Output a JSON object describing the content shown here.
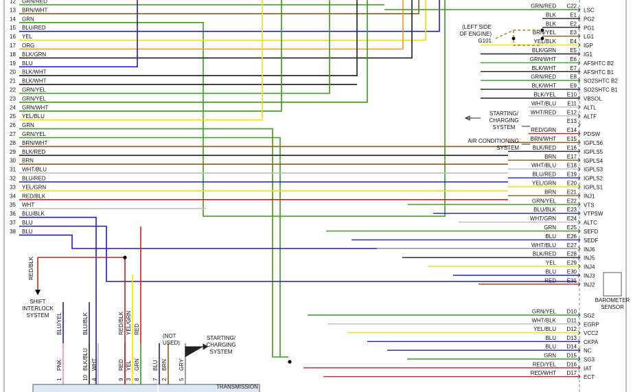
{
  "colors": {
    "GRN": "#3a9a1a",
    "BLU": "#1b1bc8",
    "RED": "#d81818",
    "YEL": "#f2e200",
    "ORG": "#f0941e",
    "BRN": "#8a5a12",
    "WHT": "#bdbdbd",
    "BLK": "#1a1a1a",
    "PNK": "#f08aa8",
    "GRY": "#888888",
    "frame": "#7a7a7a",
    "ecm_dash": "#6f8fb0"
  },
  "left_wires": [
    {
      "num": "12",
      "label": "GRN/RED"
    },
    {
      "num": "13",
      "label": "BRN/WHT"
    },
    {
      "num": "14",
      "label": "GRN"
    },
    {
      "num": "15",
      "label": "BLU/RED"
    },
    {
      "num": "16",
      "label": "YEL"
    },
    {
      "num": "17",
      "label": "ORG"
    },
    {
      "num": "18",
      "label": "BLK/GRN"
    },
    {
      "num": "19",
      "label": "BLU"
    },
    {
      "num": "20",
      "label": "BLK/WHT"
    },
    {
      "num": "21",
      "label": "BLK/WHT"
    },
    {
      "num": "22",
      "label": "GRN/YEL"
    },
    {
      "num": "23",
      "label": "GRN/YEL"
    },
    {
      "num": "24",
      "label": "GRN/WHT"
    },
    {
      "num": "25",
      "label": "YEL/BLU"
    },
    {
      "num": "26",
      "label": "GRN"
    },
    {
      "num": "27",
      "label": "GRN/YEL"
    },
    {
      "num": "28",
      "label": "BRN/WHT"
    },
    {
      "num": "29",
      "label": "BLK/RED"
    },
    {
      "num": "30",
      "label": "BRN"
    },
    {
      "num": "31",
      "label": "WHT/BLU"
    },
    {
      "num": "32",
      "label": "BLU/RED"
    },
    {
      "num": "33",
      "label": "YEL/GRN"
    },
    {
      "num": "34",
      "label": "RED/BLK"
    },
    {
      "num": "35",
      "label": "WHT"
    },
    {
      "num": "36",
      "label": "BLU/BLK"
    },
    {
      "num": "37",
      "label": "BLU"
    }
  ],
  "right_pins": [
    {
      "wire": "GRN/RED",
      "pin": "C22",
      "signal": "LSC"
    },
    {
      "wire": "BLK",
      "pin": "E1",
      "signal": "PG2"
    },
    {
      "wire": "BLK",
      "pin": "E2",
      "signal": "PG1"
    },
    {
      "wire": "BRN/YEL",
      "pin": "E3",
      "signal": "LG1"
    },
    {
      "wire": "YEL/BLK",
      "pin": "E4",
      "signal": "IGP"
    },
    {
      "wire": "BLK/GRN",
      "pin": "E5",
      "signal": "IG1"
    },
    {
      "wire": "GRN/WHT",
      "pin": "E6",
      "signal": "AFSHTC B2"
    },
    {
      "wire": "BLK/WHT",
      "pin": "E7",
      "signal": "AFSHTC B1"
    },
    {
      "wire": "GRN/RED",
      "pin": "E8",
      "signal": "SO2SHTC B2"
    },
    {
      "wire": "BLK/WHT",
      "pin": "E9",
      "signal": "SO2SHTC B1"
    },
    {
      "wire": "BLK/YEL",
      "pin": "E10",
      "signal": "VBSOL"
    },
    {
      "wire": "WHT/BLU",
      "pin": "E11",
      "signal": "ALTL"
    },
    {
      "wire": "WHT/RED",
      "pin": "E12",
      "signal": "ALTF"
    },
    {
      "wire": "",
      "pin": "E13",
      "signal": ""
    },
    {
      "wire": "RED/GRN",
      "pin": "E14",
      "signal": "PDSW"
    },
    {
      "wire": "BRN/WHT",
      "pin": "E15",
      "signal": "IGPLS6"
    },
    {
      "wire": "BLK/RED",
      "pin": "E16",
      "signal": "IGPLS5"
    },
    {
      "wire": "BRN",
      "pin": "E17",
      "signal": "IGPLS4"
    },
    {
      "wire": "WHT/BLU",
      "pin": "E18",
      "signal": "IGPLS3"
    },
    {
      "wire": "BLU/RED",
      "pin": "E19",
      "signal": "IGPLS2"
    },
    {
      "wire": "YEL/GRN",
      "pin": "E20",
      "signal": "IGPLS1"
    },
    {
      "wire": "BRN",
      "pin": "E21",
      "signal": "INJ1"
    },
    {
      "wire": "GRN/YEL",
      "pin": "E22",
      "signal": "VTS"
    },
    {
      "wire": "BLU/BLK",
      "pin": "E23",
      "signal": "VTPSW"
    },
    {
      "wire": "WHT/GRN",
      "pin": "E24",
      "signal": "ALTC"
    },
    {
      "wire": "GRN",
      "pin": "E25",
      "signal": "SEFD"
    },
    {
      "wire": "BLU",
      "pin": "E26",
      "signal": "SEDF"
    },
    {
      "wire": "WHT/BLU",
      "pin": "E27",
      "signal": "INJ6"
    },
    {
      "wire": "BLK/RED",
      "pin": "E28",
      "signal": "INJ5"
    },
    {
      "wire": "YEL",
      "pin": "E29",
      "signal": "INJ4"
    },
    {
      "wire": "BLU",
      "pin": "E30",
      "signal": "INJ3"
    },
    {
      "wire": "RED",
      "pin": "E31",
      "signal": "INJ2"
    },
    {
      "wire": "GRN/YEL",
      "pin": "D10",
      "signal": "SG2"
    },
    {
      "wire": "WHT/BLK",
      "pin": "D11",
      "signal": "EGRP"
    },
    {
      "wire": "YEL/BLU",
      "pin": "D12",
      "signal": "VCC2"
    },
    {
      "wire": "BLU",
      "pin": "D13",
      "signal": "CKPA"
    },
    {
      "wire": "BLU",
      "pin": "D14",
      "signal": "NC"
    },
    {
      "wire": "GRN",
      "pin": "D15",
      "signal": "SG3"
    },
    {
      "wire": "RED/YEL",
      "pin": "D16",
      "signal": "IAT"
    },
    {
      "wire": "RED/WHT",
      "pin": "D17",
      "signal": "ECT"
    }
  ],
  "annotations": {
    "left_engine": [
      "(LEFT SIDE",
      "OF ENGINE)",
      "G101"
    ],
    "starting_charging_right": [
      "STARTING/",
      "CHARGING",
      "SYSTEM"
    ],
    "air_conditioning": [
      "AIR CONDITIONING",
      "SYSTEM"
    ],
    "barometer": [
      "BAROMETER",
      "SENSOR"
    ],
    "shift_interlock": [
      "SHIFT",
      "INTERLOCK",
      "SYSTEM"
    ],
    "shift_wire": "RED/BLK",
    "not_used": [
      "(NOT",
      "USED)"
    ],
    "starting_charging_bottom": [
      "STARTING/",
      "CHARGING",
      "SYSTEM"
    ],
    "transmission": "TRANSMISSION"
  },
  "vertical_labels": [
    {
      "text": "BLU/YEL"
    },
    {
      "text": "BLU/BLK"
    },
    {
      "text": "RED/BLK"
    },
    {
      "text": "YEL/GRN"
    },
    {
      "text": "RED"
    }
  ],
  "transmission_pins": [
    {
      "pin": "1",
      "wire": "PNK"
    },
    {
      "pin": "10",
      "wire": "BLK/BLU"
    },
    {
      "pin": "4",
      "wire": "WHT"
    },
    {
      "pin": "9",
      "wire": "RED"
    },
    {
      "pin": "3",
      "wire": "YEL"
    },
    {
      "pin": "8",
      "wire": "GRN"
    },
    {
      "pin": "7",
      "wire": "BLU"
    },
    {
      "pin": "2",
      "wire": "BRN"
    },
    {
      "pin": "5",
      "wire": "GRY"
    }
  ]
}
